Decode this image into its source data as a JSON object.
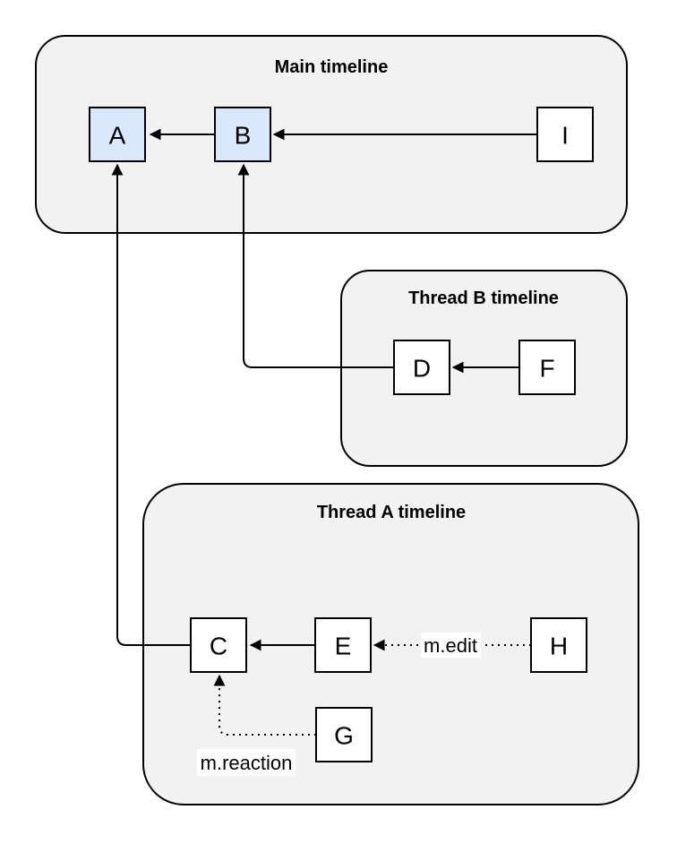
{
  "diagram": {
    "containers": {
      "main": {
        "title": "Main timeline"
      },
      "thread_b": {
        "title": "Thread B timeline"
      },
      "thread_a": {
        "title": "Thread A timeline"
      }
    },
    "nodes": {
      "a": "A",
      "b": "B",
      "i": "I",
      "d": "D",
      "f": "F",
      "c": "C",
      "e": "E",
      "h": "H",
      "g": "G"
    },
    "edge_labels": {
      "edit": "m.edit",
      "reaction": "m.reaction"
    }
  },
  "colors": {
    "page-bg": "#ffffff",
    "container-fill": "#f2f2f2",
    "container-stroke": "#000000",
    "node-fill": "#ffffff",
    "node-highlight-fill": "#dae8fc",
    "node-stroke": "#000000",
    "edge-color": "#000000",
    "text-color": "#000000",
    "label-bg": "#ffffff"
  }
}
